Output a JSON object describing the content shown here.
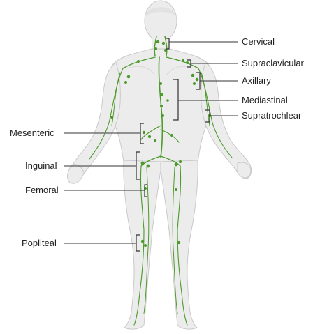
{
  "diagram": {
    "colors": {
      "body_fill": "#ececec",
      "body_outline": "#c9c9c9",
      "lymph_green": "#4c9a2a",
      "line": "#333333",
      "text": "#222222"
    },
    "labels": {
      "cervical": "Cervical",
      "supraclavicular": "Supraclavicular",
      "axillary": "Axillary",
      "mediastinal": "Mediastinal",
      "supratrochlear": "Supratrochlear",
      "mesenteric": "Mesenteric",
      "inguinal": "Inguinal",
      "femoral": "Femoral",
      "popliteal": "Popliteal"
    }
  }
}
